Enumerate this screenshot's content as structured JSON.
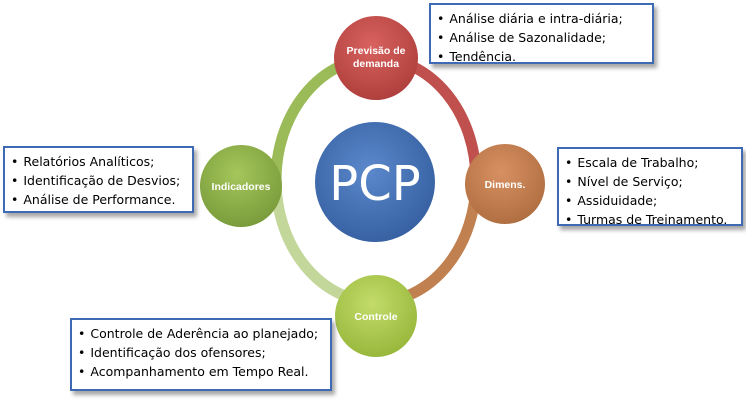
{
  "center": {
    "label": "PCP"
  },
  "nodes": {
    "top": {
      "label_lines": [
        "Previsão de",
        "demanda"
      ],
      "color": "#c0504d"
    },
    "right": {
      "label_lines": [
        "Dimens."
      ],
      "color": "#c0804f"
    },
    "bottom": {
      "label_lines": [
        "Controle"
      ],
      "color": "#a8c84a"
    },
    "left": {
      "label_lines": [
        "Indicadores"
      ],
      "color": "#8db048"
    }
  },
  "boxes": {
    "top": {
      "items": [
        "Análise diária e intra-diária;",
        "Análise de Sazonalidade;",
        "Tendência."
      ]
    },
    "right": {
      "items": [
        "Escala de Trabalho;",
        "Nível de Serviço;",
        "Assiduidade;",
        "Turmas de Treinamento."
      ]
    },
    "left": {
      "items": [
        "Relatórios Analíticos;",
        "Identificação de Desvios;",
        "Análise de Performance."
      ]
    },
    "bottom": {
      "items": [
        "Controle de Aderência ao planejado;",
        "Identificação dos ofensores;",
        "Acompanhamento em Tempo Real."
      ]
    }
  },
  "colors": {
    "center": "#3f6fb6",
    "ring_top_left": "#9bbb59",
    "ring_top_right": "#c0504d",
    "ring_bottom_right": "#c0804f",
    "ring_bottom_left": "#c4d79b",
    "box_border": "#3d6bb3"
  }
}
